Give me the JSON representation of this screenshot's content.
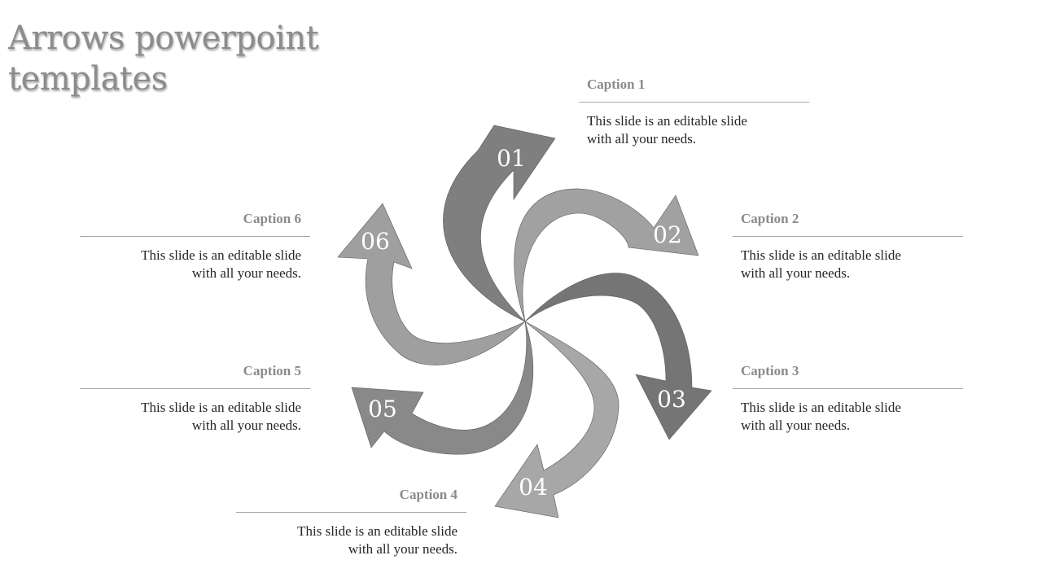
{
  "slide": {
    "title": "Arrows powerpoint templates"
  },
  "arrows": [
    {
      "number": "01",
      "color": "#787878"
    },
    {
      "number": "02",
      "color": "#9c9c9c"
    },
    {
      "number": "03",
      "color": "#6e6e6e"
    },
    {
      "number": "04",
      "color": "#a2a2a2"
    },
    {
      "number": "05",
      "color": "#838383"
    },
    {
      "number": "06",
      "color": "#9a9a9a"
    }
  ],
  "captions": [
    {
      "title": "Caption 1",
      "line1": "This slide is an editable slide",
      "line2": "with all your needs."
    },
    {
      "title": "Caption 2",
      "line1": "This slide is an editable slide",
      "line2": "with all your needs."
    },
    {
      "title": "Caption 3",
      "line1": "This slide is an editable slide",
      "line2": "with all your needs."
    },
    {
      "title": "Caption 4",
      "line1": "This slide is an editable slide",
      "line2": "with all your needs."
    },
    {
      "title": "Caption 5",
      "line1": "This slide is an editable slide",
      "line2": "with all your needs."
    },
    {
      "title": "Caption 6",
      "line1": "This slide is an editable slide",
      "line2": "with all your needs."
    }
  ]
}
